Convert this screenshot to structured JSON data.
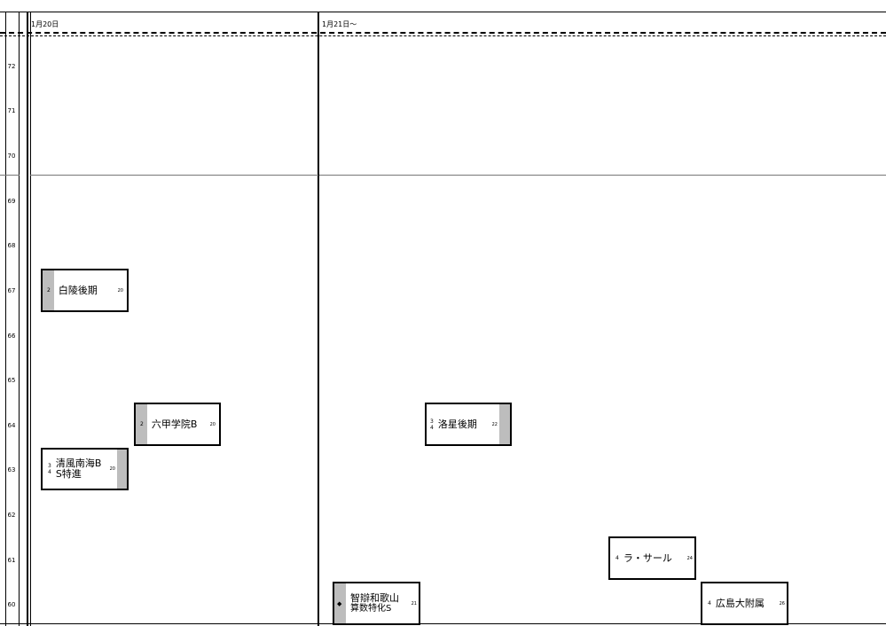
{
  "headers": {
    "col1": "1月20日",
    "col2": "1月21日～"
  },
  "scores": [
    "72",
    "71",
    "70",
    "69",
    "68",
    "67",
    "66",
    "65",
    "64",
    "63",
    "62",
    "61",
    "60"
  ],
  "exams": [
    {
      "id": "hakuryo",
      "code": "2",
      "name": "白陵後期",
      "name2": "",
      "num": "20"
    },
    {
      "id": "rokko",
      "code": "2",
      "name": "六甲学院B",
      "name2": "",
      "num": "20"
    },
    {
      "id": "seifu",
      "code": "3\n4",
      "name": "清風南海B",
      "name2": "S特進",
      "num": "20"
    },
    {
      "id": "rakusei",
      "code": "3\n4",
      "name": "洛星後期",
      "name2": "",
      "num": "22"
    },
    {
      "id": "lasalle",
      "code": "4",
      "name": "ラ・サール",
      "name2": "",
      "num": "24"
    },
    {
      "id": "chiben",
      "code": "◆",
      "name": "智辯和歌山",
      "name2": "算数特化S",
      "num": "21"
    },
    {
      "id": "hiroshima",
      "code": "4",
      "name": "広島大附属",
      "name2": "",
      "num": "26"
    }
  ]
}
